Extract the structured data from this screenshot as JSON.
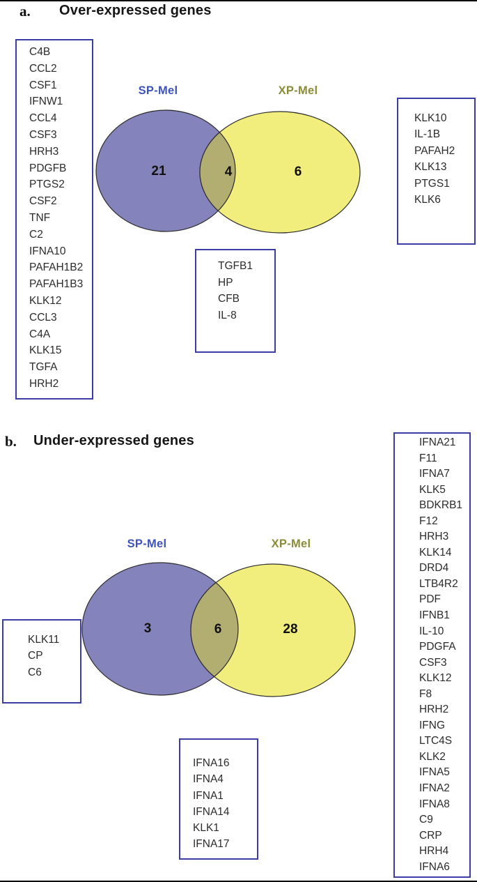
{
  "figure": {
    "colors": {
      "box_border": "#3c3ca6",
      "purple_fill": "#8583bb",
      "yellow_fill": "#f2ee7d",
      "overlap_fill": "#b2ae72",
      "ellipse_stroke": "#2b2b2b",
      "sp_label_color": "#3e53b9",
      "xp_label_color": "#8b8b38"
    },
    "panels": [
      {
        "index_label": "a.",
        "title": "Over-expressed genes",
        "venn": {
          "left_label": "SP-Mel",
          "right_label": "XP-Mel",
          "left_count": "21",
          "overlap_count": "4",
          "right_count": "6"
        },
        "boxes": {
          "left": [
            "C4B",
            "CCL2",
            "CSF1",
            "IFNW1",
            "CCL4",
            "CSF3",
            "HRH3",
            "PDGFB",
            "PTGS2",
            "CSF2",
            "TNF",
            "C2",
            "IFNA10",
            "PAFAH1B2",
            "PAFAH1B3",
            "KLK12",
            "CCL3",
            "C4A",
            "KLK15",
            "TGFA",
            "HRH2"
          ],
          "right": [
            "KLK10",
            "IL-1B",
            "PAFAH2",
            "KLK13",
            "PTGS1",
            "KLK6"
          ],
          "overlap": [
            "TGFB1",
            "HP",
            "CFB",
            "IL-8"
          ]
        }
      },
      {
        "index_label": "b.",
        "title": "Under-expressed genes",
        "venn": {
          "left_label": "SP-Mel",
          "right_label": "XP-Mel",
          "left_count": "3",
          "overlap_count": "6",
          "right_count": "28"
        },
        "boxes": {
          "left": [
            "KLK11",
            "CP",
            "C6"
          ],
          "overlap": [
            "IFNA16",
            "IFNA4",
            "IFNA1",
            "IFNA14",
            "KLK1",
            "IFNA17"
          ],
          "right": [
            "IFNA21",
            "F11",
            "IFNA7",
            "KLK5",
            "BDKRB1",
            "F12",
            "HRH3",
            "KLK14",
            "DRD4",
            "LTB4R2",
            "PDF",
            "IFNB1",
            "IL-10",
            "PDGFA",
            "CSF3",
            "KLK12",
            "F8",
            "HRH2",
            "IFNG",
            "LTC4S",
            "KLK2",
            "IFNA5",
            "IFNA2",
            "IFNA8",
            "C9",
            "CRP",
            "HRH4",
            "IFNA6"
          ]
        }
      }
    ]
  }
}
